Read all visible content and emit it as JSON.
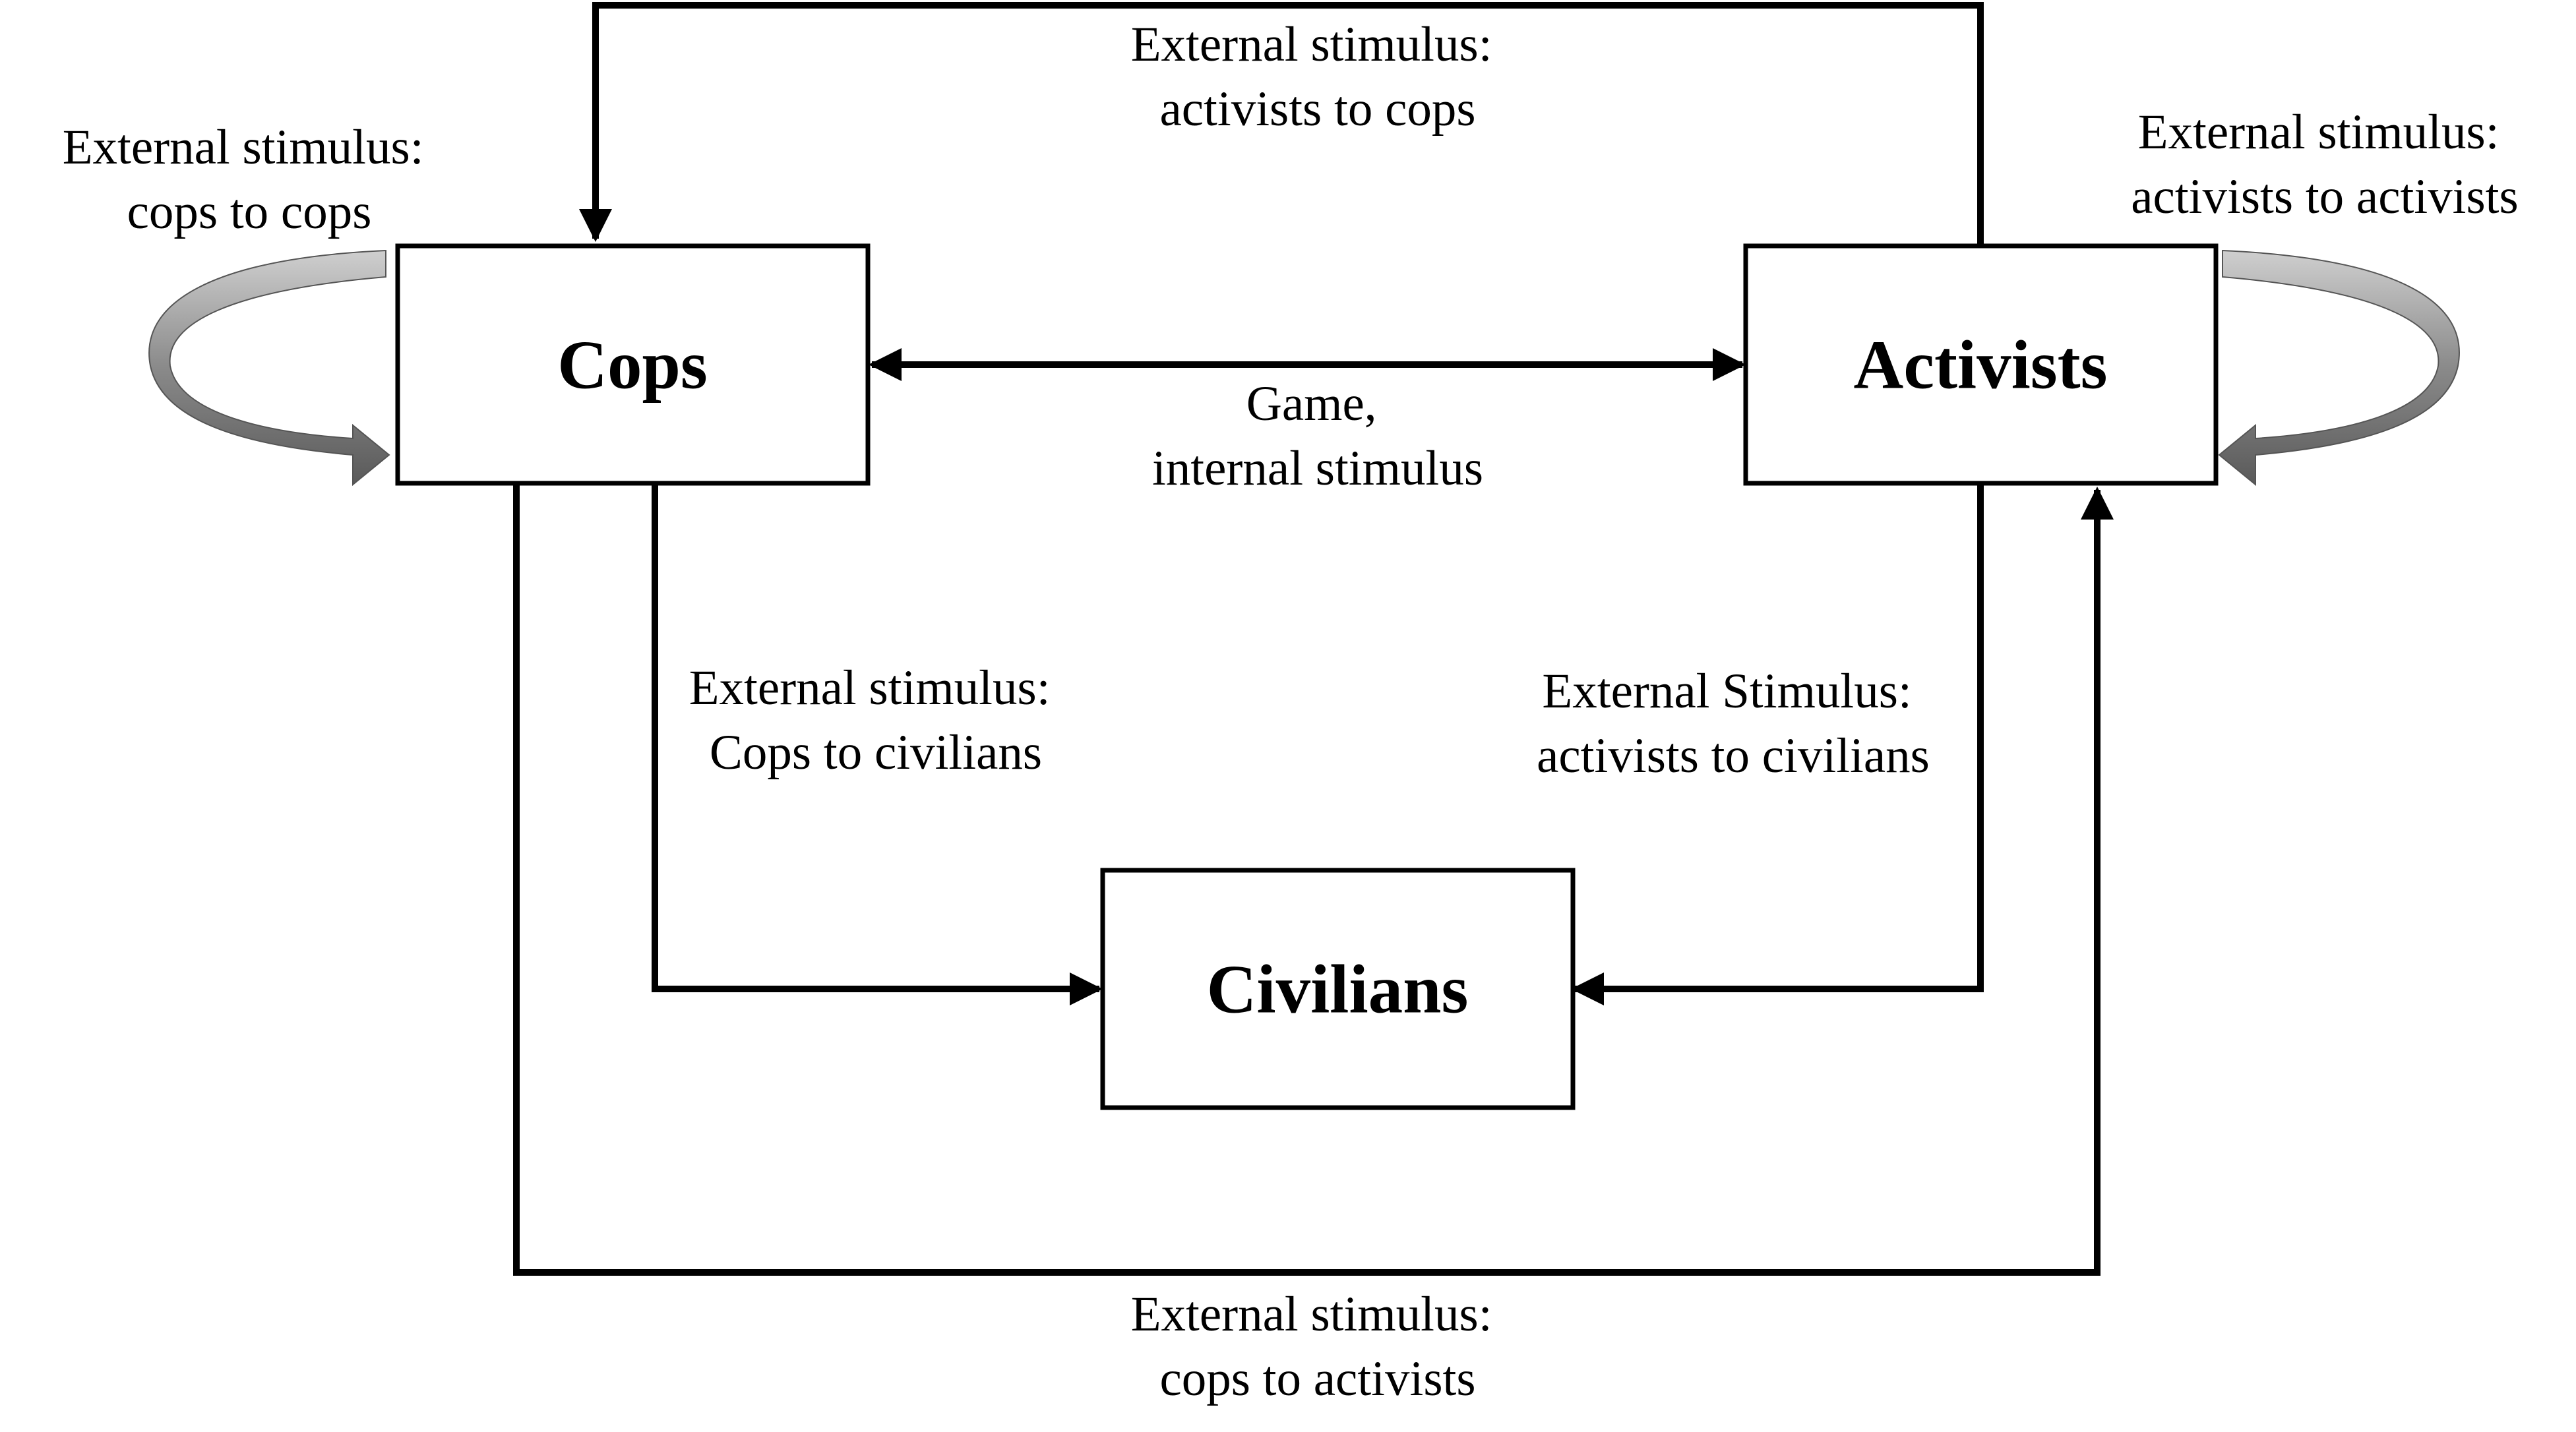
{
  "nodes": {
    "cops": "Cops",
    "activists": "Activists",
    "civilians": "Civilians"
  },
  "edges": {
    "activists_to_cops": [
      "External stimulus:",
      "activists to cops"
    ],
    "cops_to_cops": [
      "External stimulus:",
      "cops to cops"
    ],
    "activists_to_activists": [
      "External stimulus:",
      "activists to activists"
    ],
    "game": [
      "Game,",
      "internal stimulus"
    ],
    "cops_to_civilians": [
      "External stimulus:",
      "Cops to civilians"
    ],
    "activists_to_civilians": [
      "External Stimulus:",
      "activists to civilians"
    ],
    "cops_to_activists": [
      "External stimulus:",
      "cops to activists"
    ]
  },
  "colors": {
    "stroke": "#000000",
    "loop_dark": "#5a5a5a",
    "loop_light": "#cfcfcf"
  }
}
